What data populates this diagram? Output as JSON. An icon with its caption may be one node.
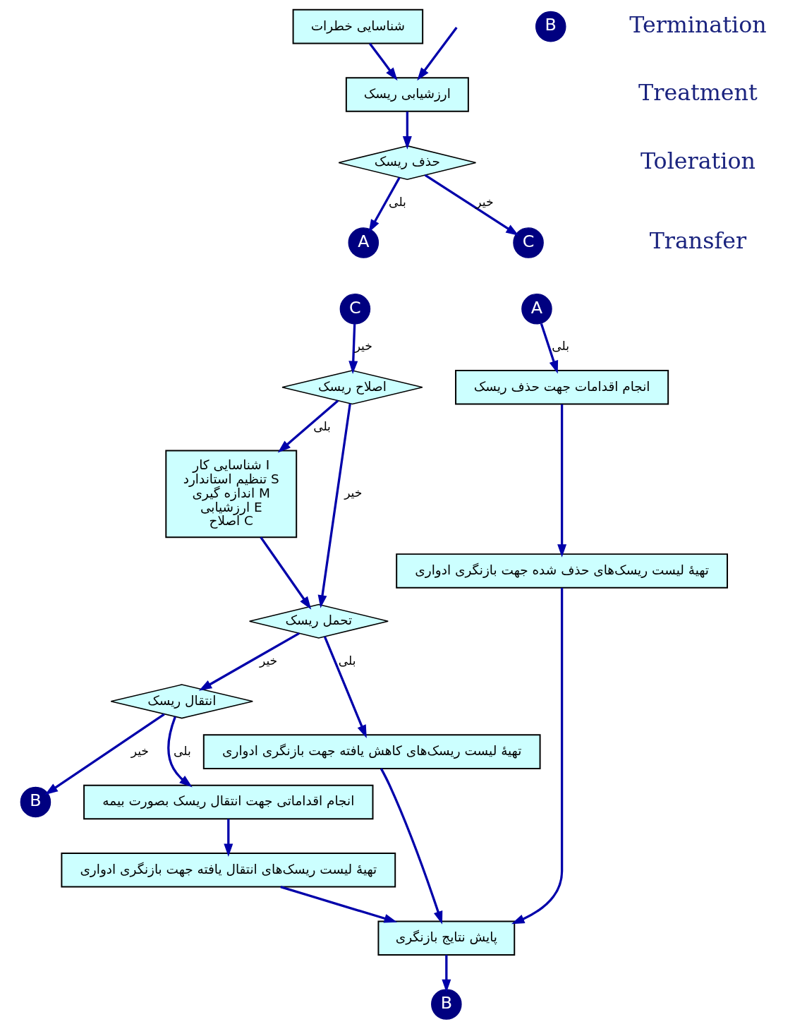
{
  "diagram": {
    "nodes": [
      {
        "text": [
          "شناسایی خطرات"
        ]
      },
      {
        "text": [
          "B"
        ]
      },
      {
        "text": [
          "ارزشیابی ریسک"
        ]
      },
      {
        "text": [
          "حذف ریسک"
        ]
      },
      {
        "text": [
          "A"
        ]
      },
      {
        "text": [
          "C"
        ]
      },
      {
        "text": [
          "C"
        ]
      },
      {
        "text": [
          "اصلاح ریسک"
        ]
      },
      {
        "text": [
          "A"
        ]
      },
      {
        "text": [
          "B"
        ]
      },
      {
        "text": [
          "انجام اقدامات جهت حذف ریسک"
        ]
      },
      {
        "text": [
          "شناسایی کار I",
          "تنظیم استاندارد S",
          "اندازه گیری M",
          "ارزشیابی E",
          "اصلاح C"
        ]
      },
      {
        "text": [
          "تحمل ریسک"
        ]
      },
      {
        "text": [
          "B"
        ]
      },
      {
        "text": [
          "انتقال ریسک"
        ]
      },
      {
        "text": [
          "تهیهٔ لیست ریسک‌های حذف شده جهت بازنگری ادواری"
        ]
      },
      {
        "text": [
          "تهیهٔ لیست ریسک‌های کاهش یافته جهت بازنگری ادواری"
        ]
      },
      {
        "text": [
          "انجام اقداماتی جهت انتقال ریسک بصورت بیمه"
        ]
      },
      {
        "text": [
          "تهیهٔ لیست ریسک‌های انتقال یافته جهت بازنگری ادواری"
        ]
      },
      {
        "text": [
          "پایش نتایج بازنگری"
        ]
      }
    ],
    "edges": [
      {
        "from": 0,
        "to": 2,
        "arrow": "to"
      },
      {
        "from": null,
        "to": 2,
        "arrow": "to"
      },
      {
        "from": 2,
        "to": 3,
        "arrow": "to"
      },
      {
        "from": 3,
        "to": 4,
        "arrow": "to",
        "label": "بلی"
      },
      {
        "from": 3,
        "to": 5,
        "arrow": "to",
        "label": "خیر"
      },
      {
        "from": 6,
        "to": 7,
        "arrow": "to",
        "label": "خیر"
      },
      {
        "from": 7,
        "to": 11,
        "arrow": "to",
        "label": "بلی"
      },
      {
        "from": 7,
        "to": 12,
        "arrow": "to",
        "label": "خیر"
      },
      {
        "from": 8,
        "to": 10,
        "arrow": "to",
        "label": "بلی"
      },
      {
        "from": 10,
        "to": 15,
        "arrow": "to"
      },
      {
        "from": 11,
        "to": 12,
        "arrow": "to"
      },
      {
        "from": 12,
        "to": 16,
        "arrow": "to",
        "label": "بلی"
      },
      {
        "from": 12,
        "to": 14,
        "arrow": "to",
        "label": "خیر"
      },
      {
        "from": 14,
        "to": 13,
        "arrow": "to",
        "label": "خیر"
      },
      {
        "from": 14,
        "to": 17,
        "arrow": "to",
        "label": "بلی"
      },
      {
        "from": 17,
        "to": 18,
        "arrow": "to"
      },
      {
        "from": 15,
        "to": 19,
        "arrow": "to"
      },
      {
        "from": 16,
        "to": 19,
        "arrow": "to"
      },
      {
        "from": 18,
        "to": 19,
        "arrow": "to"
      },
      {
        "from": 19,
        "to": 9,
        "arrow": "to"
      }
    ],
    "labels": [
      "Termination",
      "Treatment",
      "Toleration",
      "Transfer"
    ]
  }
}
